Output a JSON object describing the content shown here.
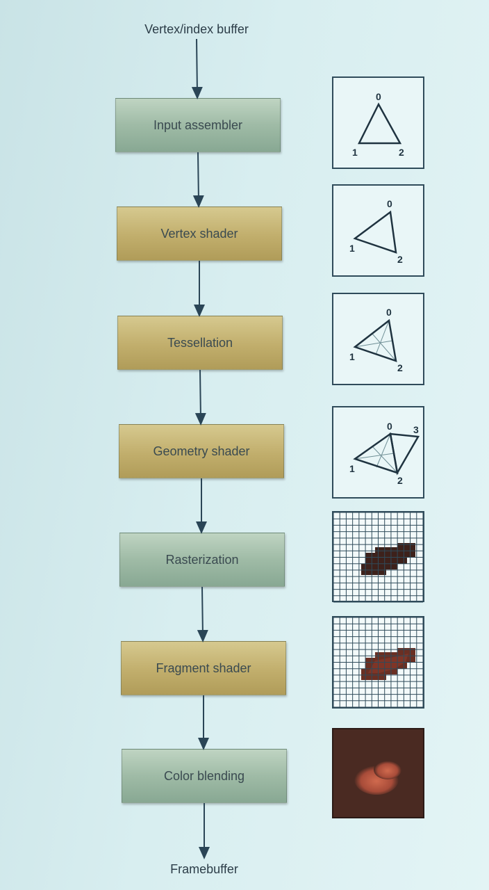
{
  "diagram": {
    "input_label": "Vertex/index buffer",
    "output_label": "Framebuffer",
    "stages": [
      {
        "label": "Input assembler",
        "kind": "fixed"
      },
      {
        "label": "Vertex shader",
        "kind": "programmable"
      },
      {
        "label": "Tessellation",
        "kind": "programmable"
      },
      {
        "label": "Geometry shader",
        "kind": "programmable"
      },
      {
        "label": "Rasterization",
        "kind": "fixed"
      },
      {
        "label": "Fragment shader",
        "kind": "programmable"
      },
      {
        "label": "Color blending",
        "kind": "fixed"
      }
    ],
    "illustration_labels": {
      "input_assembler": [
        "0",
        "1",
        "2"
      ],
      "vertex_shader": [
        "0",
        "1",
        "2"
      ],
      "tessellation": [
        "0",
        "1",
        "2"
      ],
      "geometry_shader": [
        "0",
        "1",
        "2",
        "3"
      ]
    },
    "colors": {
      "fixed_stage": "#9fbba6",
      "programmable_stage": "#c1ae6c",
      "arrow": "#2a4556",
      "raster_fill": "#3d211b",
      "fragment_fill": "#6a2f23",
      "blend_background": "#4a2a22",
      "blend_blob": "#c8644a"
    }
  }
}
